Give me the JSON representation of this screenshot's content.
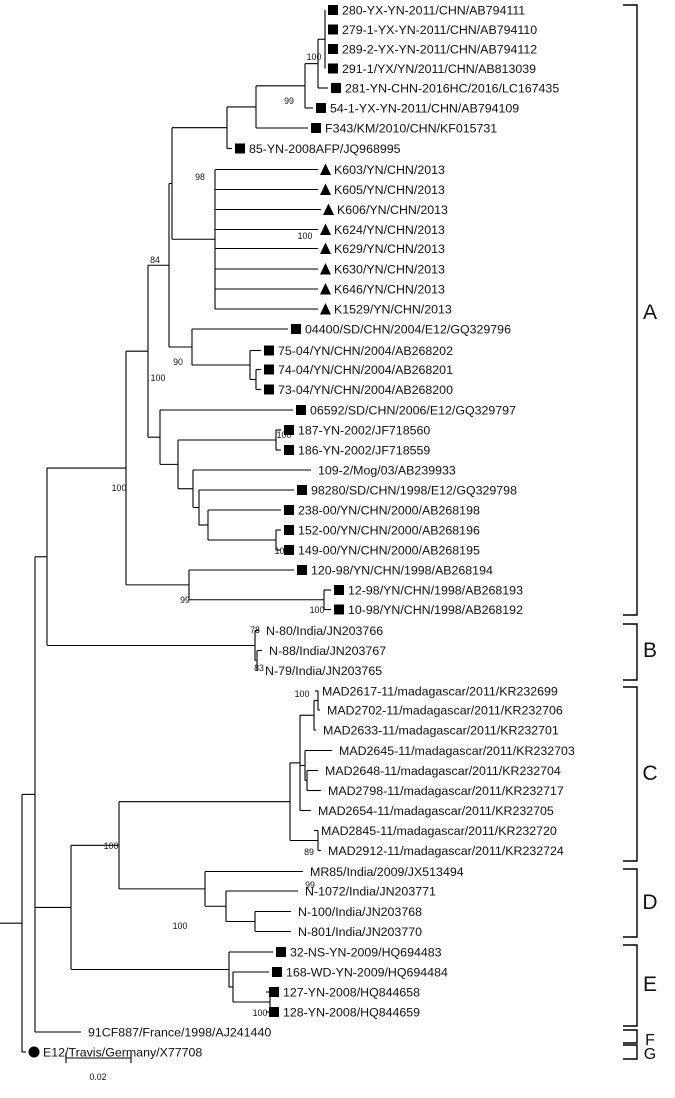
{
  "tree": {
    "taxa": [
      {
        "label": "280-YX-YN-2011/CHN/AB794111",
        "marker": "square"
      },
      {
        "label": "279-1-YX-YN-2011/CHN/AB794110",
        "marker": "square"
      },
      {
        "label": "289-2-YX-YN-2011/CHN/AB794112",
        "marker": "square"
      },
      {
        "label": "291-1/YX/YN/2011/CHN/AB813039",
        "marker": "square"
      },
      {
        "label": "281-YN-CHN-2016HC/2016/LC167435",
        "marker": "square"
      },
      {
        "label": "54-1-YX-YN-2011/CHN/AB794109",
        "marker": "square"
      },
      {
        "label": "F343/KM/2010/CHN/KF015731",
        "marker": "square"
      },
      {
        "label": "85-YN-2008AFP/JQ968995",
        "marker": "square"
      },
      {
        "label": "K603/YN/CHN/2013",
        "marker": "triangle"
      },
      {
        "label": "K605/YN/CHN/2013",
        "marker": "triangle"
      },
      {
        "label": "K606/YN/CHN/2013",
        "marker": "triangle"
      },
      {
        "label": "K624/YN/CHN/2013",
        "marker": "triangle"
      },
      {
        "label": "K629/YN/CHN/2013",
        "marker": "triangle"
      },
      {
        "label": "K630/YN/CHN/2013",
        "marker": "triangle"
      },
      {
        "label": "K646/YN/CHN/2013",
        "marker": "triangle"
      },
      {
        "label": "K1529/YN/CHN/2013",
        "marker": "triangle"
      },
      {
        "label": "04400/SD/CHN/2004/E12/GQ329796",
        "marker": "square"
      },
      {
        "label": "75-04/YN/CHN/2004/AB268202",
        "marker": "square"
      },
      {
        "label": "74-04/YN/CHN/2004/AB268201",
        "marker": "square"
      },
      {
        "label": "73-04/YN/CHN/2004/AB268200",
        "marker": "square"
      },
      {
        "label": "06592/SD/CHN/2006/E12/GQ329797",
        "marker": "square"
      },
      {
        "label": "187-YN-2002/JF718560",
        "marker": "square"
      },
      {
        "label": "186-YN-2002/JF718559",
        "marker": "square"
      },
      {
        "label": "109-2/Mog/03/AB239933",
        "marker": "none"
      },
      {
        "label": "98280/SD/CHN/1998/E12/GQ329798",
        "marker": "square"
      },
      {
        "label": "238-00/YN/CHN/2000/AB268198",
        "marker": "square"
      },
      {
        "label": "152-00/YN/CHN/2000/AB268196",
        "marker": "square"
      },
      {
        "label": "149-00/YN/CHN/2000/AB268195",
        "marker": "square"
      },
      {
        "label": "120-98/YN/CHN/1998/AB268194",
        "marker": "square"
      },
      {
        "label": "12-98/YN/CHN/1998/AB268193",
        "marker": "square"
      },
      {
        "label": "10-98/YN/CHN/1998/AB268192",
        "marker": "square"
      },
      {
        "label": "N-80/India/JN203766",
        "marker": "none"
      },
      {
        "label": "N-88/India/JN203767",
        "marker": "none"
      },
      {
        "label": "N-79/India/JN203765",
        "marker": "none"
      },
      {
        "label": "MAD2617-11/madagascar/2011/KR232699",
        "marker": "none"
      },
      {
        "label": "MAD2702-11/madagascar/2011/KR232706",
        "marker": "none"
      },
      {
        "label": "MAD2633-11/madagascar/2011/KR232701",
        "marker": "none"
      },
      {
        "label": "MAD2645-11/madagascar/2011/KR232703",
        "marker": "none"
      },
      {
        "label": "MAD2648-11/madagascar/2011/KR232704",
        "marker": "none"
      },
      {
        "label": "MAD2798-11/madagascar/2011/KR232717",
        "marker": "none"
      },
      {
        "label": "MAD2654-11/madagascar/2011/KR232705",
        "marker": "none"
      },
      {
        "label": "MAD2845-11/madagascar/2011/KR232720",
        "marker": "none"
      },
      {
        "label": "MAD2912-11/madagascar/2011/KR232724",
        "marker": "none"
      },
      {
        "label": "MR85/India/2009/JX513494",
        "marker": "none"
      },
      {
        "label": "N-1072/India/JN203771",
        "marker": "none"
      },
      {
        "label": "N-100/India/JN203768",
        "marker": "none"
      },
      {
        "label": "N-801/India/JN203770",
        "marker": "none"
      },
      {
        "label": "32-NS-YN-2009/HQ694483",
        "marker": "square"
      },
      {
        "label": "168-WD-YN-2009/HQ694484",
        "marker": "square"
      },
      {
        "label": "127-YN-2008/HQ844658",
        "marker": "square"
      },
      {
        "label": "128-YN-2008/HQ844659",
        "marker": "square"
      },
      {
        "label": "91CF887/France/1998/AJ241440",
        "marker": "none"
      },
      {
        "label": "E12/Travis/Germany/X77708",
        "marker": "circle"
      }
    ],
    "bootstrap": [
      "100",
      "99",
      "98",
      "84",
      "90",
      "100",
      "100",
      "100",
      "100",
      "99",
      "100",
      "100",
      "78",
      "83",
      "100",
      "99",
      "89",
      "100",
      "100",
      "100"
    ],
    "groups": [
      "A",
      "B",
      "C",
      "D",
      "E",
      "F",
      "G"
    ],
    "scale_bar": "0.02"
  }
}
